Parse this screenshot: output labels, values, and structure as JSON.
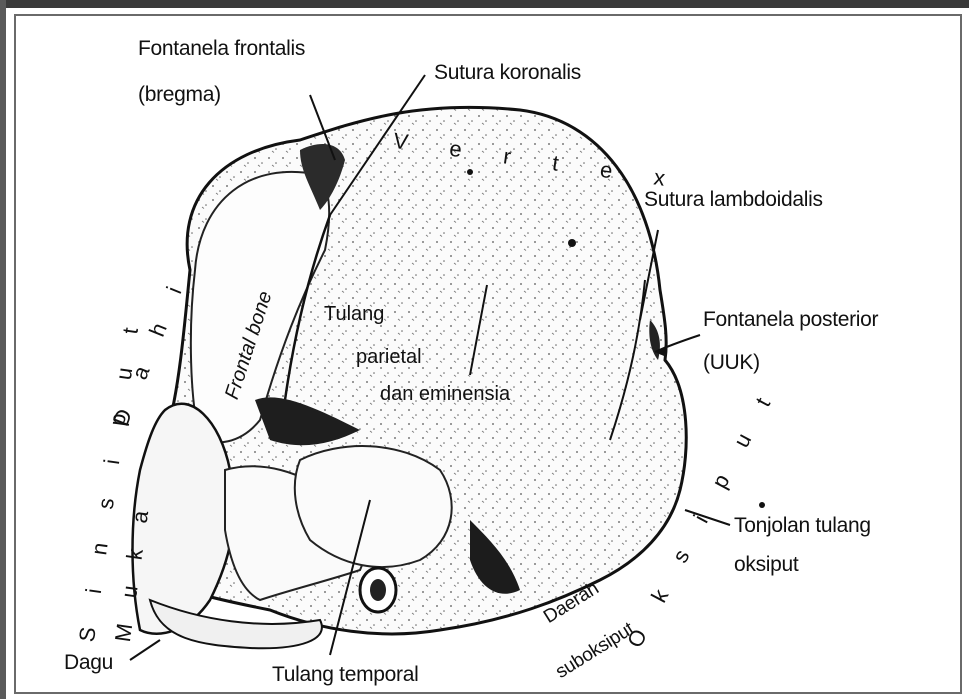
{
  "labels": {
    "fontanela_frontalis": "Fontanela frontalis",
    "bregma": "(bregma)",
    "sutura_koronalis": "Sutura koronalis",
    "sutura_lambdoidalis": "Sutura lambdoidalis",
    "fontanela_posterior": "Fontanela posterior",
    "uuk": "(UUK)",
    "tonjolan_1": "Tonjolan tulang",
    "tonjolan_2": "oksiput",
    "dagu": "Dagu",
    "tulang_temporal": "Tulang temporal",
    "daerah": "Daerah",
    "suboksiput": "suboksiput",
    "tulang_parietal_1": "Tulang",
    "tulang_parietal_2": "parietal",
    "tulang_parietal_3": "dan eminensia",
    "frontal_bone": "Frontal bone"
  },
  "curved_text": {
    "vertex": "V e r t e x",
    "sinsiput": "S i n s i p u t",
    "dahi": "D a h i",
    "muka": "M u k a",
    "oksiput": "O k s i p u t"
  }
}
